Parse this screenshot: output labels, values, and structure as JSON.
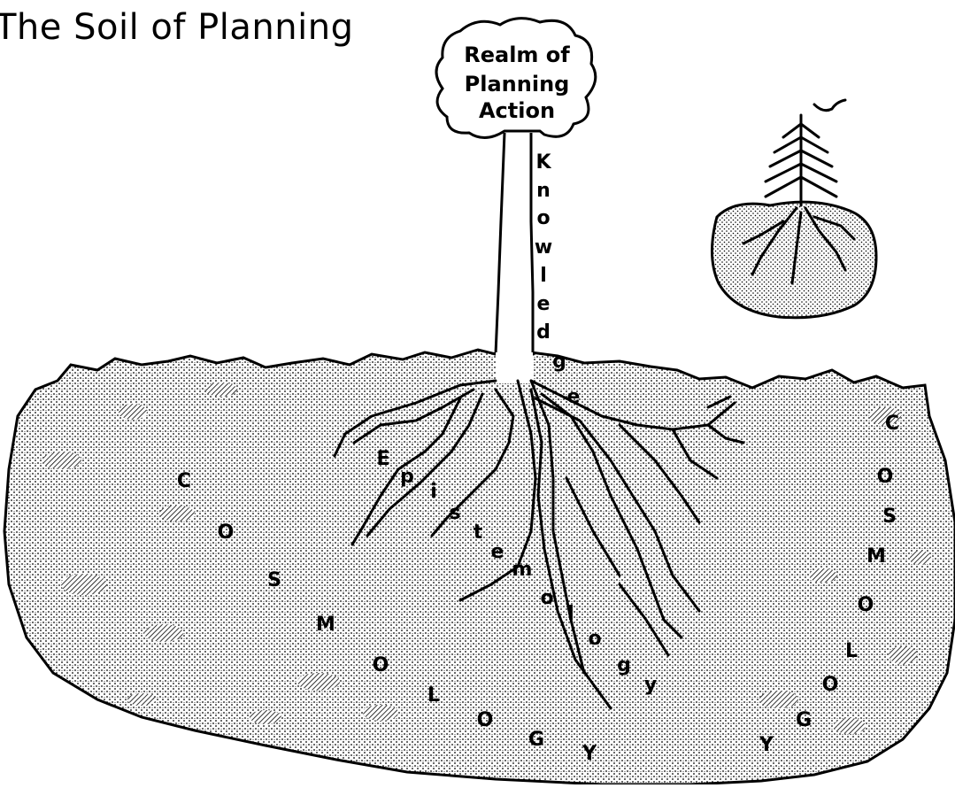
{
  "title": "The Soil of Planning",
  "cloud": {
    "line1": "Realm of",
    "line2": "Planning",
    "line3": "Action"
  },
  "trunk_word": [
    "K",
    "n",
    "o",
    "w",
    "l",
    "e",
    "d",
    "g",
    "e"
  ],
  "root_word": [
    "E",
    "p",
    "i",
    "s",
    "t",
    "e",
    "m",
    "o",
    "l",
    "o",
    "g",
    "y"
  ],
  "soil_word_left": [
    "C",
    "O",
    "S",
    "M",
    "O",
    "L",
    "O",
    "G",
    "Y"
  ],
  "soil_word_right": [
    "C",
    "O",
    "S",
    "M",
    "O",
    "L",
    "O",
    "G",
    "Y"
  ],
  "colors": {
    "ink": "#000000",
    "paper": "#ffffff"
  },
  "icons": [
    "cloud-icon",
    "tree-icon",
    "bird-icon",
    "soil-icon",
    "root-icon"
  ]
}
